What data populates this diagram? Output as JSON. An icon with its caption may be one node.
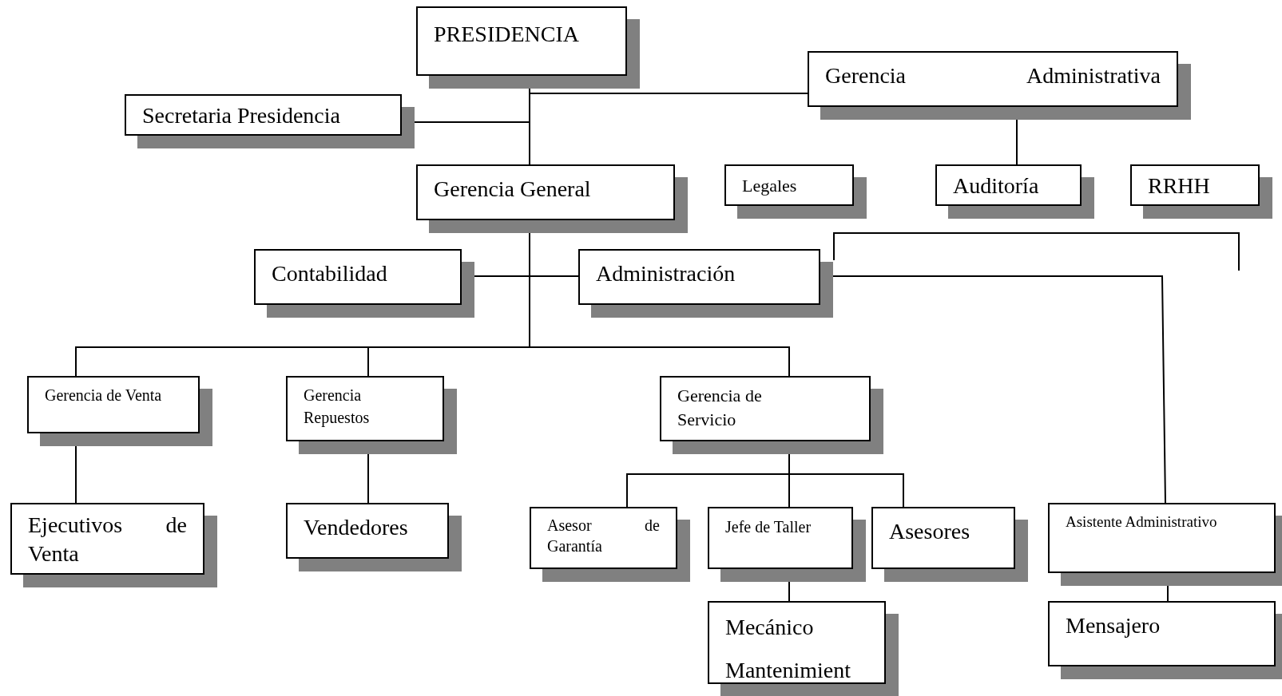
{
  "diagram": {
    "nodes": [
      {
        "text": [
          "PRESIDENCIA"
        ]
      },
      {
        "text": [
          "Gerencia Administrativa"
        ]
      },
      {
        "text": [
          "Secretaria Presidencia"
        ]
      },
      {
        "text": [
          "Gerencia General"
        ]
      },
      {
        "text": [
          "Legales"
        ]
      },
      {
        "text": [
          "Auditoría"
        ]
      },
      {
        "text": [
          "RRHH"
        ]
      },
      {
        "text": [
          "Contabilidad"
        ]
      },
      {
        "text": [
          "Administración"
        ]
      },
      {
        "text": [
          "Gerencia de Venta"
        ]
      },
      {
        "text": [
          "Gerencia Repuestos"
        ]
      },
      {
        "text": [
          "Gerencia de Servicio"
        ]
      },
      {
        "text": [
          "Ejecutivos de Venta"
        ]
      },
      {
        "text": [
          "Vendedores"
        ]
      },
      {
        "text": [
          "Asesor de Garantía"
        ]
      },
      {
        "text": [
          "Jefe de Taller"
        ]
      },
      {
        "text": [
          "Asesores"
        ]
      },
      {
        "text": [
          "Asistente Administrativo"
        ]
      },
      {
        "text": [
          "Mecánico Mantenimient"
        ]
      },
      {
        "text": [
          "Mensajero"
        ]
      }
    ],
    "edges": [
      {
        "from": 0,
        "to": 1,
        "arrow": "none"
      },
      {
        "from": 0,
        "to": 2,
        "arrow": "none"
      },
      {
        "from": 0,
        "to": 3,
        "arrow": "none"
      },
      {
        "from": 1,
        "to": 5,
        "arrow": "none"
      },
      {
        "from": 3,
        "to": 7,
        "arrow": "none"
      },
      {
        "from": 3,
        "to": 8,
        "arrow": "none"
      },
      {
        "from": 3,
        "to": 9,
        "arrow": "none"
      },
      {
        "from": 3,
        "to": 10,
        "arrow": "none"
      },
      {
        "from": 3,
        "to": 11,
        "arrow": "none"
      },
      {
        "from": 8,
        "to": 17,
        "arrow": "none"
      },
      {
        "from": 9,
        "to": 12,
        "arrow": "none"
      },
      {
        "from": 10,
        "to": 13,
        "arrow": "none"
      },
      {
        "from": 11,
        "to": 14,
        "arrow": "none"
      },
      {
        "from": 11,
        "to": 15,
        "arrow": "none"
      },
      {
        "from": 11,
        "to": 16,
        "arrow": "none"
      },
      {
        "from": 15,
        "to": 18,
        "arrow": "none"
      },
      {
        "from": 17,
        "to": 19,
        "arrow": "none"
      }
    ]
  }
}
